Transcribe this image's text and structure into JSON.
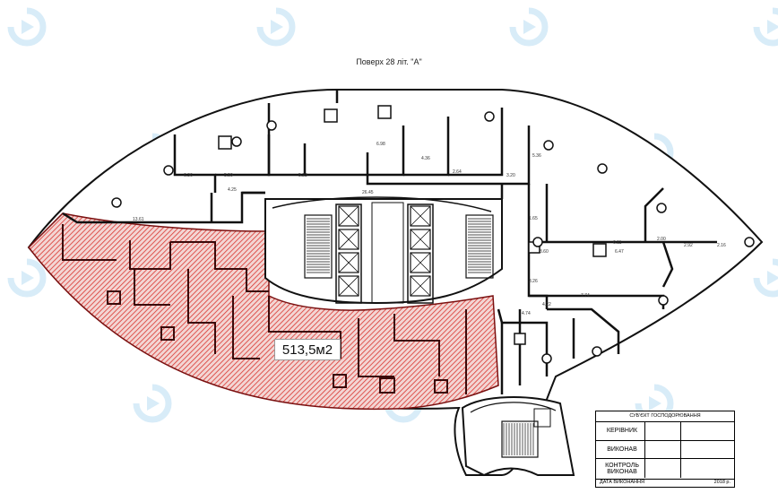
{
  "floor_title": "Поверх 28 літ. \"А\"",
  "highlighted_area": {
    "label": "513,5м2",
    "color": "#d9352f"
  },
  "watermark_icon": "refresh-logo-icon",
  "dimension_labels": [
    "26.45",
    "13.61",
    "6.36",
    "5.59",
    "4.25",
    "5.23",
    "6.98",
    "4.36",
    "2.64",
    "3.20",
    "5.36",
    "6.11",
    "2.00",
    "2.92",
    "2.16",
    "6.47",
    "3.60",
    "7.74",
    "4.74",
    "4.22",
    "3.26",
    "1.65"
  ],
  "stamp": {
    "header": "СУБ'ЄКТ ГОСПОДОРЮВАННЯ",
    "rows": [
      "КЕРІВНИК",
      "ВИКОНАВ",
      "КОНТРОЛЬ ВИКОНАВ"
    ],
    "footer_label": "ДАТА ВИКОНАННЯ",
    "year": "2018 р."
  }
}
